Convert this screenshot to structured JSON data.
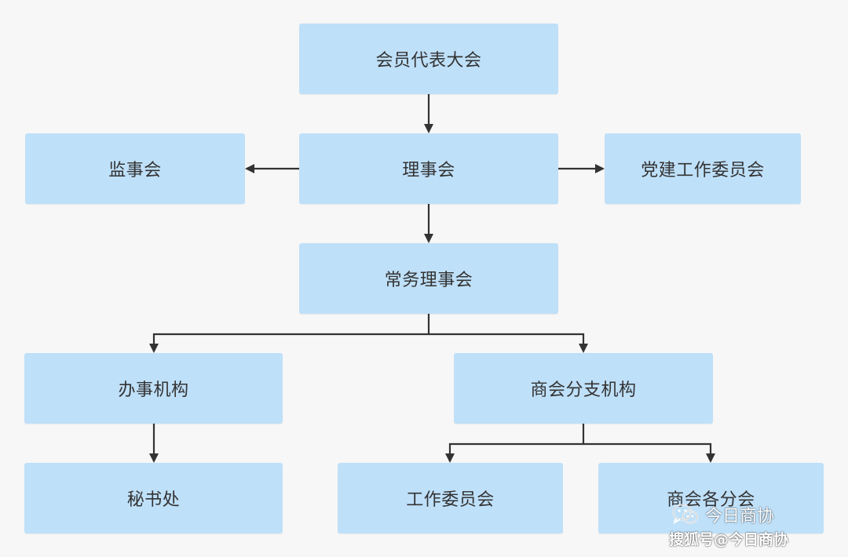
{
  "diagram": {
    "nodes": {
      "congress": "会员代表大会",
      "council": "理事会",
      "supervisors": "监事会",
      "party": "党建工作委员会",
      "standing": "常务理事会",
      "office": "办事机构",
      "branches": "商会分支机构",
      "secretariat": "秘书处",
      "committees": "工作委员会",
      "chapters": "商会各分会"
    },
    "edges": [
      [
        "congress",
        "council"
      ],
      [
        "council",
        "supervisors"
      ],
      [
        "council",
        "party"
      ],
      [
        "council",
        "standing"
      ],
      [
        "standing",
        "office"
      ],
      [
        "standing",
        "branches"
      ],
      [
        "office",
        "secretariat"
      ],
      [
        "branches",
        "committees"
      ],
      [
        "branches",
        "chapters"
      ]
    ],
    "colors": {
      "node_fill": "#bfe0f9",
      "connector": "#333333",
      "background": "#f7f7f7"
    }
  },
  "watermark": {
    "account_name": "今日商协",
    "source_text": "搜狐号@今日商协",
    "icon": "wechat-icon"
  }
}
